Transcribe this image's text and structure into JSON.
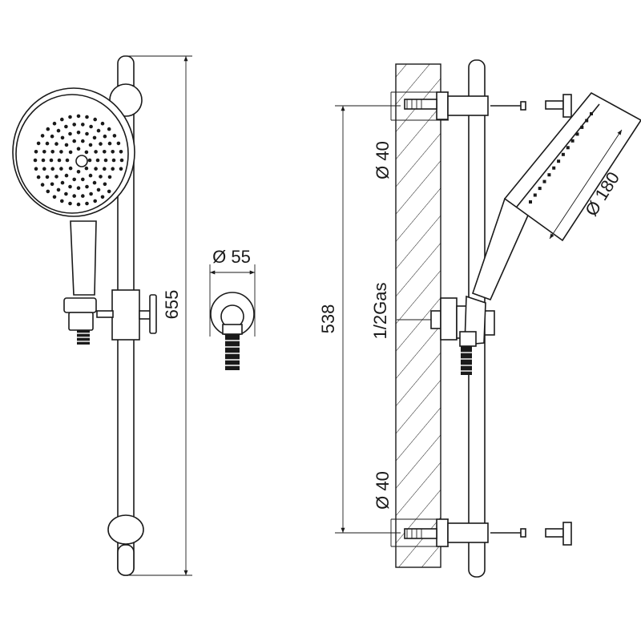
{
  "dimensions": {
    "total_height": "655",
    "connector_diameter": "Ø 55",
    "bracket_spacing": "538",
    "thread": "1/2Gas",
    "bracket_top_diameter": "Ø 40",
    "bracket_bottom_diameter": "Ø 40",
    "head_diameter": "Ø 180"
  },
  "colors": {
    "line": "#1a1a1a",
    "background": "#ffffff"
  }
}
